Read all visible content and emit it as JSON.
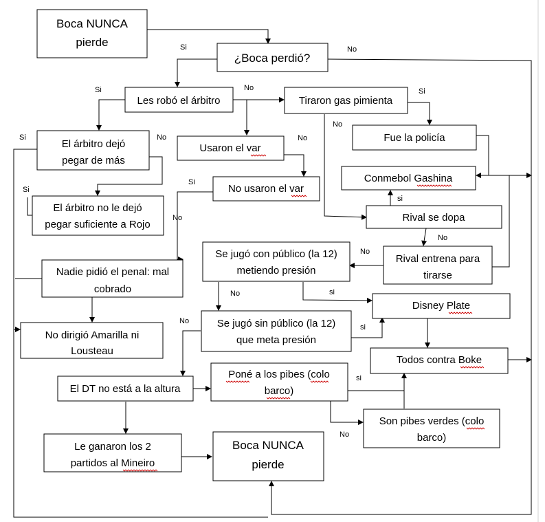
{
  "nodes": [
    {
      "id": "start",
      "lines": [
        "Boca NUNCA",
        "pierde"
      ]
    },
    {
      "id": "q",
      "lines": [
        "¿Boca perdió?"
      ]
    },
    {
      "id": "robo",
      "lines": [
        "Les robó el árbitro"
      ]
    },
    {
      "id": "gas",
      "lines": [
        "Tiraron gas pimienta"
      ]
    },
    {
      "id": "dejo",
      "lines": [
        "El árbitro dejó",
        "pegar de más"
      ]
    },
    {
      "id": "var",
      "lines": [
        "Usaron el var"
      ]
    },
    {
      "id": "policia",
      "lines": [
        "Fue la policía"
      ]
    },
    {
      "id": "novar",
      "lines": [
        "No usaron el var"
      ]
    },
    {
      "id": "conmebol",
      "lines": [
        "Conmebol Gashina"
      ]
    },
    {
      "id": "nodejo",
      "lines": [
        "El árbitro no le dejó",
        "pegar suficiente a Rojo"
      ]
    },
    {
      "id": "dopa",
      "lines": [
        "Rival se dopa"
      ]
    },
    {
      "id": "conpub",
      "lines": [
        "Se jugó con público (la 12)",
        "metiendo presión"
      ]
    },
    {
      "id": "penal",
      "lines": [
        "Nadie pidió el penal: mal",
        "cobrado"
      ]
    },
    {
      "id": "tirarse",
      "lines": [
        "Rival entrena para",
        "tirarse"
      ]
    },
    {
      "id": "disney",
      "lines": [
        "Disney Plate"
      ]
    },
    {
      "id": "sinpub",
      "lines": [
        "Se jugó sin público (la 12)",
        "que meta presión"
      ]
    },
    {
      "id": "amarilla",
      "lines": [
        "No dirigió Amarilla ni",
        "Lousteau"
      ]
    },
    {
      "id": "todos",
      "lines": [
        "Todos contra Boke"
      ]
    },
    {
      "id": "pibes",
      "lines": [
        "Poné a los pibes (colo",
        "barco)"
      ]
    },
    {
      "id": "dt",
      "lines": [
        "El DT no está a la altura"
      ]
    },
    {
      "id": "verdes",
      "lines": [
        "Son pibes verdes (colo",
        "barco)"
      ]
    },
    {
      "id": "mineiro",
      "lines": [
        "Le ganaron los 2",
        "partidos al Mineiro"
      ]
    },
    {
      "id": "end",
      "lines": [
        "Boca NUNCA",
        "pierde"
      ]
    }
  ],
  "edge_labels": [
    {
      "id": "q-si",
      "text": "Si"
    },
    {
      "id": "q-no",
      "text": "No"
    },
    {
      "id": "robo-si",
      "text": "Si"
    },
    {
      "id": "robo-no",
      "text": "No"
    },
    {
      "id": "gas-si",
      "text": "Si"
    },
    {
      "id": "gas-no",
      "text": "No"
    },
    {
      "id": "dejo-si",
      "text": "Si"
    },
    {
      "id": "dejo-no",
      "text": "No"
    },
    {
      "id": "var-no",
      "text": "No"
    },
    {
      "id": "nodejo-si",
      "text": "Si"
    },
    {
      "id": "var-si",
      "text": "Si"
    },
    {
      "id": "dopa-si",
      "text": "si"
    },
    {
      "id": "nodejo-no",
      "text": "No"
    },
    {
      "id": "dopa-no",
      "text": "No"
    },
    {
      "id": "conpub-no-in",
      "text": "No"
    },
    {
      "id": "conpub-no",
      "text": "No"
    },
    {
      "id": "conpub-si",
      "text": "si"
    },
    {
      "id": "sinpub-no",
      "text": "No"
    },
    {
      "id": "sinpub-si",
      "text": "si"
    },
    {
      "id": "pibes-si",
      "text": "si"
    },
    {
      "id": "pibes-no",
      "text": "No"
    }
  ]
}
